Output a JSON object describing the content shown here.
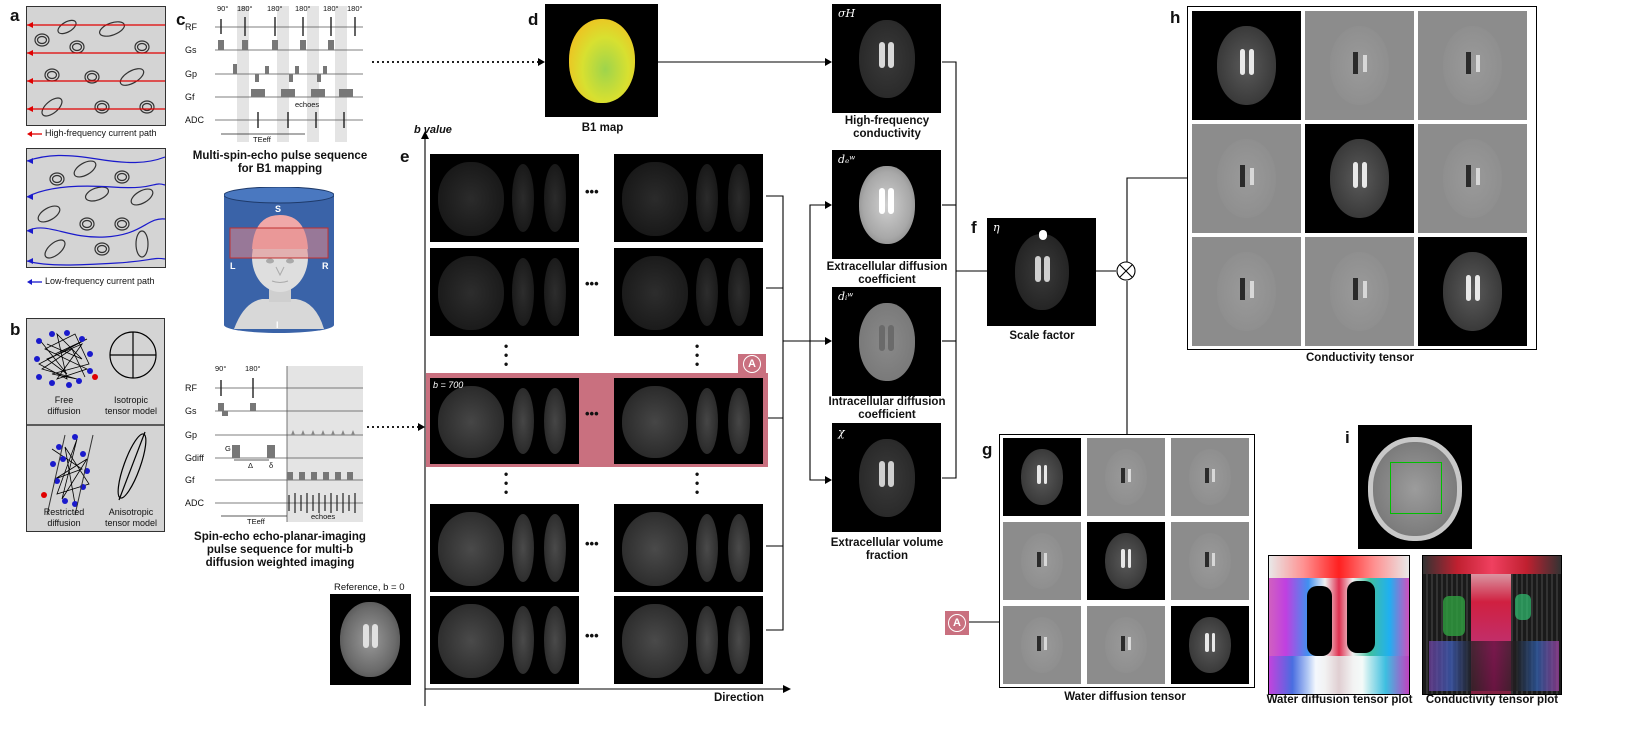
{
  "panels": {
    "a": "a",
    "b": "b",
    "c": "c",
    "d": "d",
    "e": "e",
    "f": "f",
    "g": "g",
    "h": "h",
    "i": "i"
  },
  "a": {
    "legend_high": "High-frequency current path",
    "legend_low": "Low-frequency current path"
  },
  "b": {
    "free": "Free\ndiffusion",
    "iso": "Isotropic\ntensor model",
    "restricted": "Restricted\ndiffusion",
    "aniso": "Anisotropic\ntensor model"
  },
  "c": {
    "top_labels": [
      "RF",
      "Gs",
      "Gp",
      "Gf",
      "ADC"
    ],
    "top_angles": [
      "90°",
      "180°",
      "180°",
      "180°",
      "180°",
      "180°"
    ],
    "echoes": "echoes",
    "te": "TEeff",
    "top_caption": "Multi-spin-echo pulse sequence\nfor B1 mapping",
    "head_labels": {
      "s": "S",
      "i": "I",
      "l": "L",
      "r": "R"
    },
    "bot_labels": [
      "RF",
      "Gs",
      "Gp",
      "Gdiff",
      "Gf",
      "ADC"
    ],
    "bot_angles": [
      "90°",
      "180°"
    ],
    "bot_symbols": {
      "g": "G",
      "delta_big": "Δ",
      "delta_small": "δ"
    },
    "bot_caption": "Spin-echo echo-planar-imaging\npulse sequence for multi-b\ndiffusion weighted imaging"
  },
  "d": {
    "caption": "B1 map"
  },
  "e": {
    "y_axis": "b value",
    "x_axis": "Direction",
    "b700": "b = 700",
    "reference": "Reference, b = 0",
    "marker": "A",
    "dots": "•••"
  },
  "maps": [
    {
      "sym": "σH",
      "caption": "High-frequency\nconductivity"
    },
    {
      "sym": "dₑʷ",
      "caption": "Extracellular diffusion\ncoefficient"
    },
    {
      "sym": "dᵢʷ",
      "caption": "Intracellular diffusion\ncoefficient"
    },
    {
      "sym": "χ",
      "caption": "Extracellular volume\nfraction"
    }
  ],
  "f": {
    "sym": "η",
    "caption": "Scale factor"
  },
  "g": {
    "caption": "Water diffusion tensor",
    "marker": "A"
  },
  "h": {
    "caption": "Conductivity tensor"
  },
  "i": {
    "caption1": "Water diffusion tensor plot",
    "caption2": "Conductivity tensor plot"
  },
  "colors": {
    "marker": "#c9707f",
    "high_path": "#e00000",
    "low_path": "#1a1acc",
    "roi": "#00c000"
  }
}
